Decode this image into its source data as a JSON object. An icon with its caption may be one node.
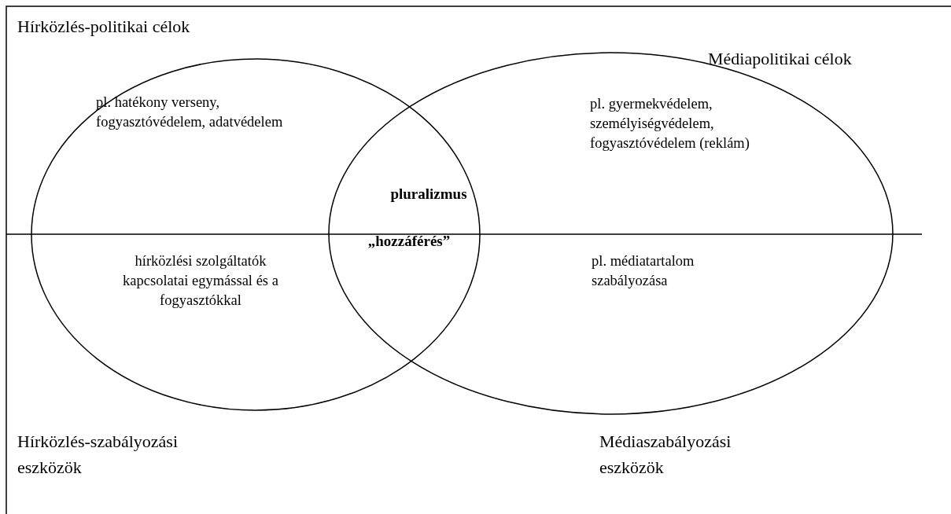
{
  "diagram": {
    "nodes": [
      {
        "text": [
          "pl. hatékony verseny, fogyasztóvédelem, adatvédelem",
          "hírközlési szolgáltatók kapcsolatai egymással és a fogyasztókkal"
        ]
      },
      {
        "text": [
          "pl. gyermekvédelem, személyiségvédelem, fogyasztóvédelem (reklám)",
          "pl. médiatartalom szabályozása"
        ]
      }
    ],
    "labels": [
      "Hírközlés-politikai célok",
      "Médiapolitikai célok",
      "pluralizmus",
      "„hozzáférés”",
      "Hírközlés-szabályozási eszközök",
      "Médiaszabályozási eszközök"
    ]
  }
}
